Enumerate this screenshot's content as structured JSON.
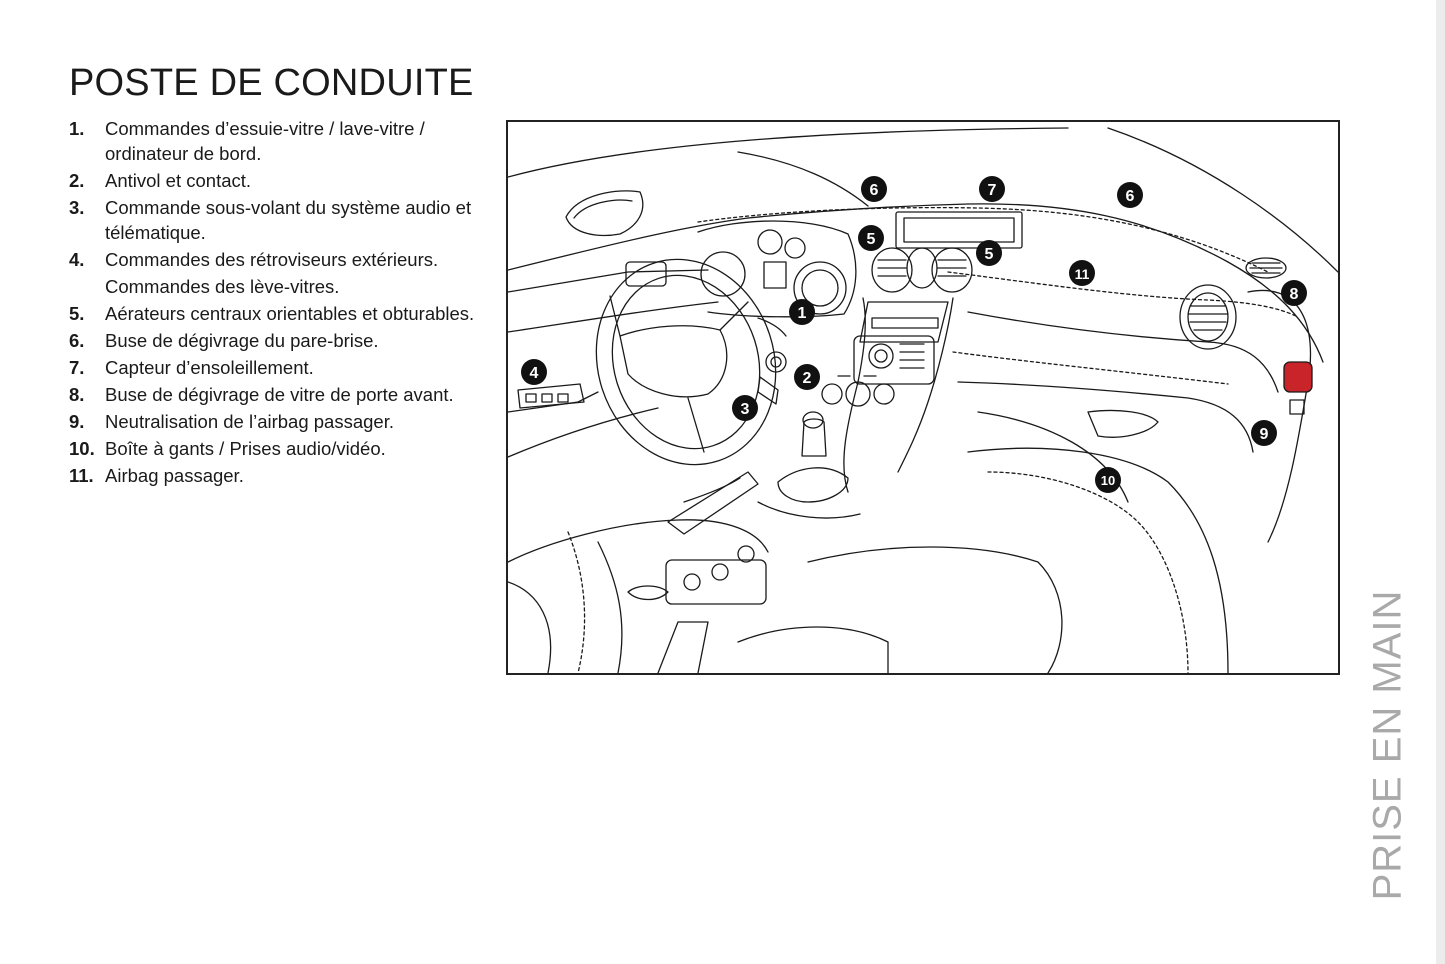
{
  "page": {
    "title": "POSTE DE CONDUITE",
    "section_label": "PRISE EN MAIN"
  },
  "legend": [
    {
      "num": "1.",
      "text": "Commandes d’essuie-vitre / lave-vitre / ordinateur de bord."
    },
    {
      "num": "2.",
      "text": "Antivol et contact."
    },
    {
      "num": "3.",
      "text": "Commande sous-volant du système audio et télématique."
    },
    {
      "num": "4.",
      "text": "Commandes des rétroviseurs extérieurs.",
      "extra": "Commandes des lève-vitres."
    },
    {
      "num": "5.",
      "text": "Aérateurs centraux orientables et obturables."
    },
    {
      "num": "6.",
      "text": "Buse de dégivrage du pare-brise."
    },
    {
      "num": "7.",
      "text": "Capteur d’ensoleillement."
    },
    {
      "num": "8.",
      "text": "Buse de dégivrage de vitre de porte avant."
    },
    {
      "num": "9.",
      "text": "Neutralisation de l’airbag passager."
    },
    {
      "num": "10.",
      "text": "Boîte à gants / Prises audio/vidéo."
    },
    {
      "num": "11.",
      "text": "Airbag passager."
    }
  ],
  "diagram": {
    "callouts": {
      "c1": "1",
      "c2": "2",
      "c3": "3",
      "c4": "4",
      "c5a": "5",
      "c5b": "5",
      "c6a": "6",
      "c6b": "6",
      "c7": "7",
      "c8": "8",
      "c9": "9",
      "c10": "10",
      "c11": "11"
    },
    "colors": {
      "line": "#1a1a1a",
      "callout_fill": "#111111",
      "hazard_button": "#c8242a"
    }
  }
}
